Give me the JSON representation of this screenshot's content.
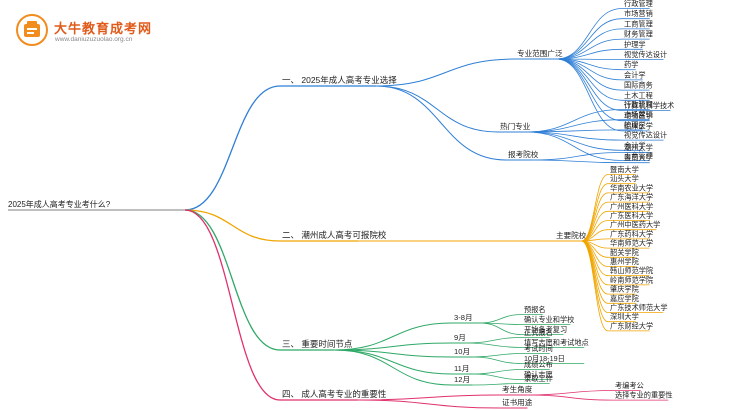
{
  "logo": {
    "title": "大牛教育成考网",
    "url": "www.daniuzuzuolao.org.cn"
  },
  "colors": {
    "branch1": "#2f7fd6",
    "branch2": "#f0a500",
    "branch3": "#2fa866",
    "branch4": "#e0306e",
    "logo_orange": "#f28c1e"
  },
  "root": "2025年成人高考专业考什么?",
  "branches": [
    {
      "label": "一、 2025年成人高考专业选择",
      "color": "branch1",
      "children": [
        {
          "label": "专业范围广泛",
          "children": [
            "行政管理",
            "市场营销",
            "工商管理",
            "财务管理",
            "护理学",
            "视觉传达设计",
            "药学",
            "会计学",
            "国际商务",
            "土木工程",
            "计算机科学技术",
            "动物医学",
            "临床医学"
          ]
        },
        {
          "label": "热门专业",
          "children": [
            "行政管理",
            "市场营销",
            "护理学",
            "视觉传达设计",
            "会计学",
            "工商管理"
          ]
        },
        {
          "label": "报考院校",
          "children": [
            "潮州大学",
            "暨南大学"
          ]
        }
      ]
    },
    {
      "label": "二、 潮州成人高考可报院校",
      "color": "branch2",
      "children": [
        {
          "label": "主要院校",
          "children": [
            "暨南大学",
            "汕头大学",
            "华南农业大学",
            "广东海洋大学",
            "广州医科大学",
            "广东医科大学",
            "广州中医药大学",
            "广东药科大学",
            "华南师范大学",
            "韶关学院",
            "惠州学院",
            "韩山师范学院",
            "岭南师范学院",
            "肇庆学院",
            "嘉应学院",
            "广东技术师范大学",
            "深圳大学",
            "广东财经大学"
          ]
        }
      ]
    },
    {
      "label": "三、 重要时间节点",
      "color": "branch3",
      "children": [
        {
          "label": "3-8月",
          "children": [
            "预报名",
            "确认专业和学校",
            "开始备考复习"
          ]
        },
        {
          "label": "9月",
          "children": [
            "正式报名",
            "填写志愿和考试地点"
          ]
        },
        {
          "label": "10月",
          "children": [
            "考试时间",
            "10月18-19日"
          ]
        },
        {
          "label": "11月",
          "children": [
            "成绩公布",
            "确认志愿"
          ]
        },
        {
          "label": "12月",
          "children": [
            "录取工作"
          ]
        }
      ]
    },
    {
      "label": "四、 成人高考专业的重要性",
      "color": "branch4",
      "children": [
        {
          "label": "考生角度",
          "children": [
            "考编考公",
            "选择专业的重要性"
          ]
        },
        {
          "label": "证书用途",
          "children": []
        }
      ]
    }
  ]
}
